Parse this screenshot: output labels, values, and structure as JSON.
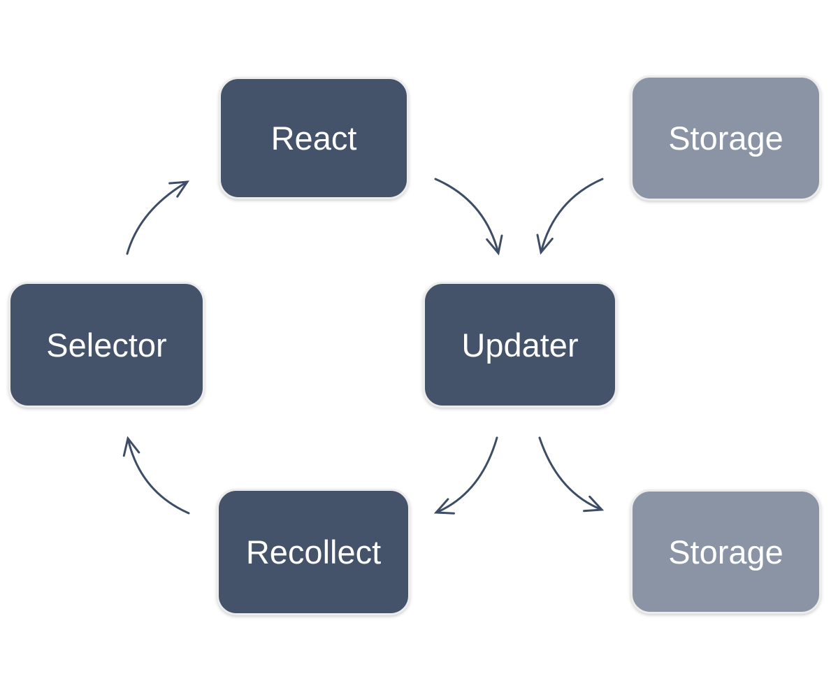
{
  "diagram": {
    "description": "Cyclic flow diagram with six rounded rectangle nodes connected by thin curved open-head arrows",
    "nodes": {
      "react": {
        "label": "React",
        "fill": "#44526a",
        "text_color": "#ffffff"
      },
      "storage_top": {
        "label": "Storage",
        "fill": "#8b94a5",
        "text_color": "#ffffff"
      },
      "selector": {
        "label": "Selector",
        "fill": "#44526a",
        "text_color": "#ffffff"
      },
      "updater": {
        "label": "Updater",
        "fill": "#44526a",
        "text_color": "#ffffff"
      },
      "recollect": {
        "label": "Recollect",
        "fill": "#44526a",
        "text_color": "#ffffff"
      },
      "storage_bottom": {
        "label": "Storage",
        "fill": "#8b94a5",
        "text_color": "#ffffff"
      }
    },
    "edges": [
      {
        "from": "Selector",
        "to": "React"
      },
      {
        "from": "React",
        "to": "Updater"
      },
      {
        "from": "Storage (top)",
        "to": "Updater"
      },
      {
        "from": "Updater",
        "to": "Recollect"
      },
      {
        "from": "Updater",
        "to": "Storage (bottom)"
      },
      {
        "from": "Recollect",
        "to": "Selector"
      }
    ],
    "colors": {
      "node_dark": "#44526a",
      "node_light": "#8b94a5",
      "node_border": "#ececec",
      "arrow": "#3e4d66",
      "background": "#ffffff"
    }
  }
}
